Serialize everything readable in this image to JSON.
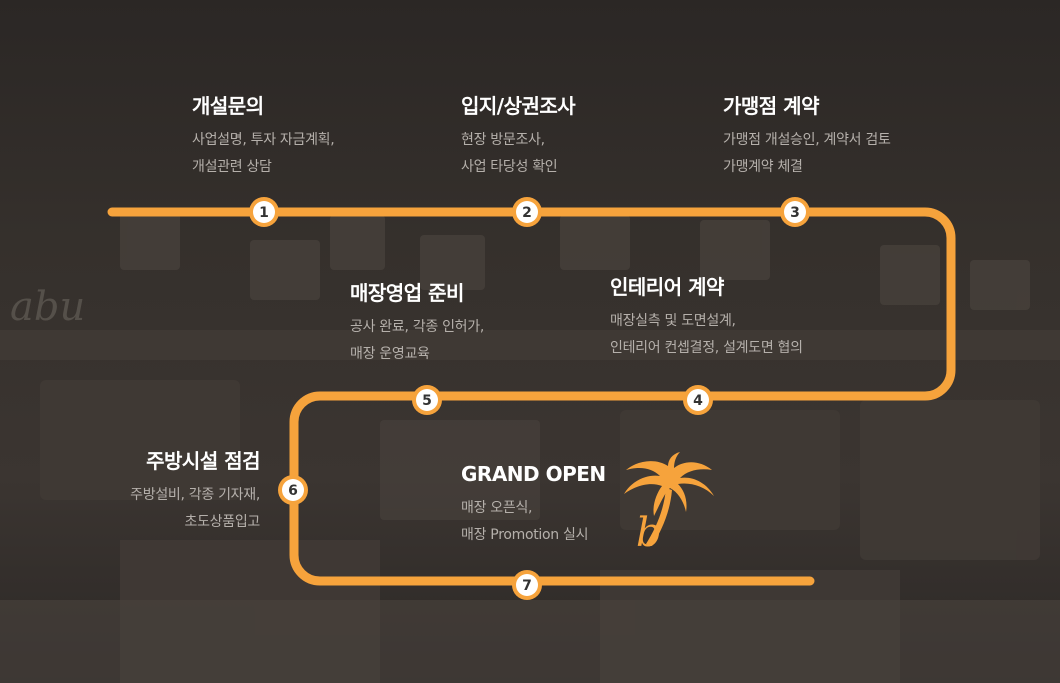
{
  "colors": {
    "accent": "#f6a33c",
    "title": "#ffffff",
    "desc": "#b5b0ab",
    "node_fill": "#ffffff",
    "node_text": "#333333",
    "background": "#2e2a27"
  },
  "steps": [
    {
      "number": "1",
      "title": "개설문의",
      "lines": [
        "사업설명, 투자 자금계획,",
        "개설관련 상담"
      ]
    },
    {
      "number": "2",
      "title": "입지/상권조사",
      "lines": [
        "현장 방문조사,",
        "사업 타당성 확인"
      ]
    },
    {
      "number": "3",
      "title": "가맹점 계약",
      "lines": [
        "가맹점 개설승인, 계약서 검토",
        "가맹계약 체결"
      ]
    },
    {
      "number": "4",
      "title": "인테리어 계약",
      "lines": [
        "매장실측 및 도면설계,",
        "인테리어 컨셉결정,  설계도면 협의"
      ]
    },
    {
      "number": "5",
      "title": "매장영업 준비",
      "lines": [
        "공사 완료, 각종 인허가,",
        "매장 운영교육"
      ]
    },
    {
      "number": "6",
      "title": "주방시설 점검",
      "lines": [
        "주방설비, 각종 기자재,",
        "초도상품입고"
      ]
    },
    {
      "number": "7",
      "title": "GRAND OPEN",
      "lines": [
        "매장 오픈식,",
        "매장 Promotion 실시"
      ]
    }
  ],
  "logo": {
    "icon": "palm-tree-logo-icon",
    "letter": "b"
  }
}
